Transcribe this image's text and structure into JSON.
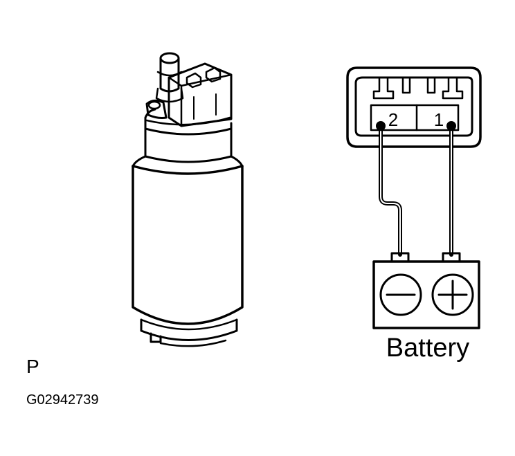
{
  "labels": {
    "battery": "Battery",
    "view_letter": "P",
    "figure_code": "G02942739"
  },
  "connector": {
    "terminals": [
      {
        "number": "2"
      },
      {
        "number": "1"
      }
    ]
  },
  "battery": {
    "negative_symbol": "minus-icon",
    "positive_symbol": "plus-icon"
  },
  "colors": {
    "ink": "#000000",
    "paper": "#ffffff"
  }
}
